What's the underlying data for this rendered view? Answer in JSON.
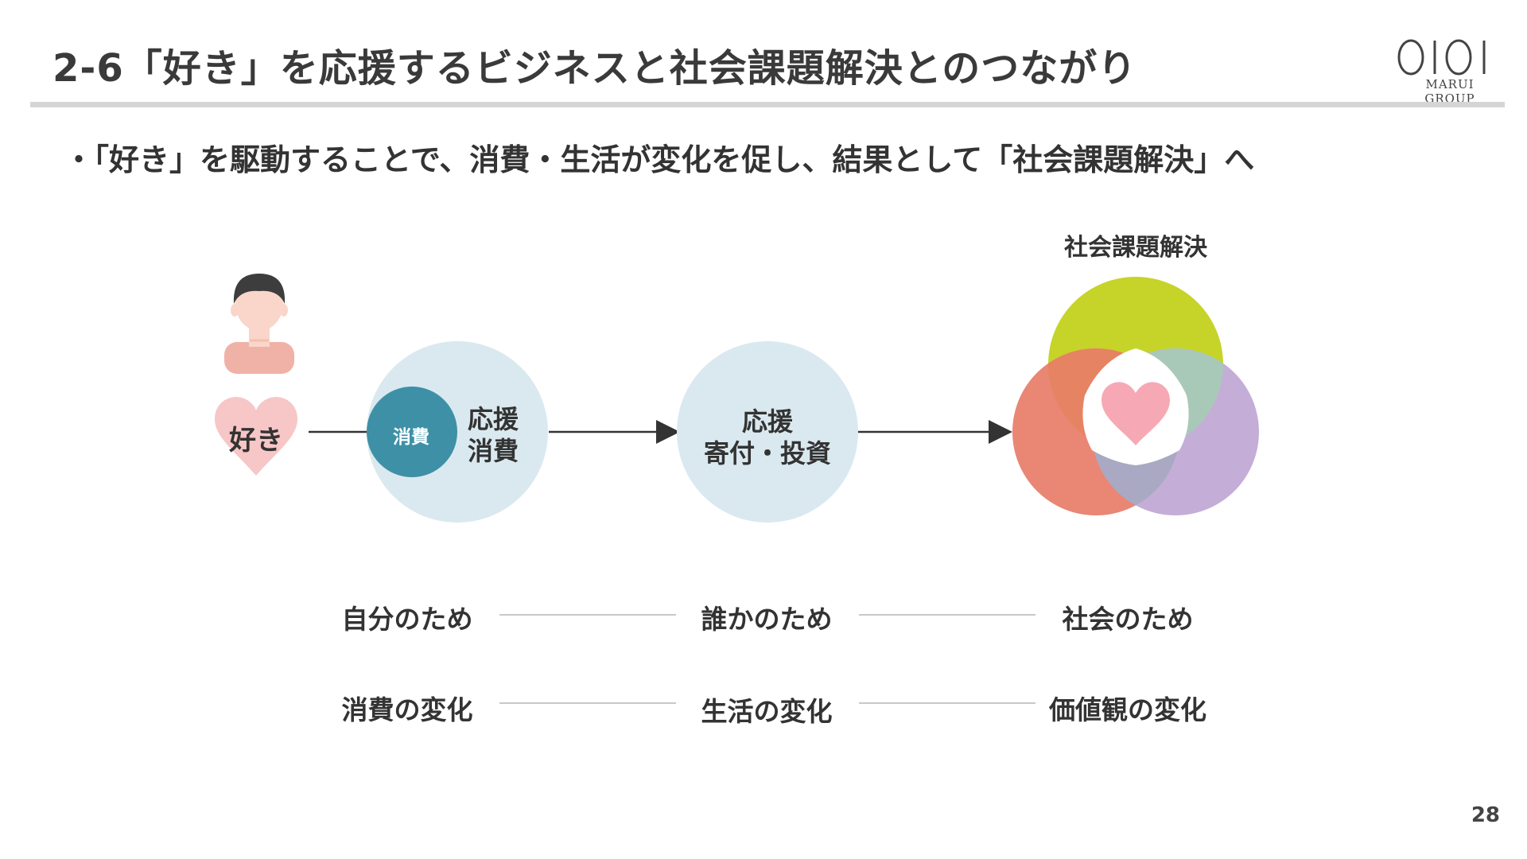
{
  "slide": {
    "title": "2-6「好き」を応援するビジネスと社会課題解決とのつながり",
    "logo_text": "MARUI GROUP",
    "bullet": "・「好き」を駆動することで、消費・生活が変化を促し、結果として「社会課題解決」へ",
    "page_number": "28"
  },
  "diagram": {
    "heart_label": "好き",
    "inner_circle_label": "消費",
    "circle1_label_line1": "応援",
    "circle1_label_line2": "消費",
    "circle2_label_line1": "応援",
    "circle2_label_line2": "寄付・投資",
    "venn_title": "社会課題解決"
  },
  "rows": {
    "purpose": [
      "自分のため",
      "誰かのため",
      "社会のため"
    ],
    "change": [
      "消費の変化",
      "生活の変化",
      "価値観の変化"
    ]
  },
  "colors": {
    "light_circle": "#dae9ef",
    "inner_circle": "#3e90a6",
    "heart_pink": "#f7c6c6",
    "venn_top": "#c6d429",
    "venn_left": "#e87c68",
    "venn_right": "#bea5d3",
    "center_heart": "#f6a9b5"
  },
  "icons": [
    "person-icon",
    "heart-icon",
    "arrow-right-icon",
    "logo-icon"
  ]
}
